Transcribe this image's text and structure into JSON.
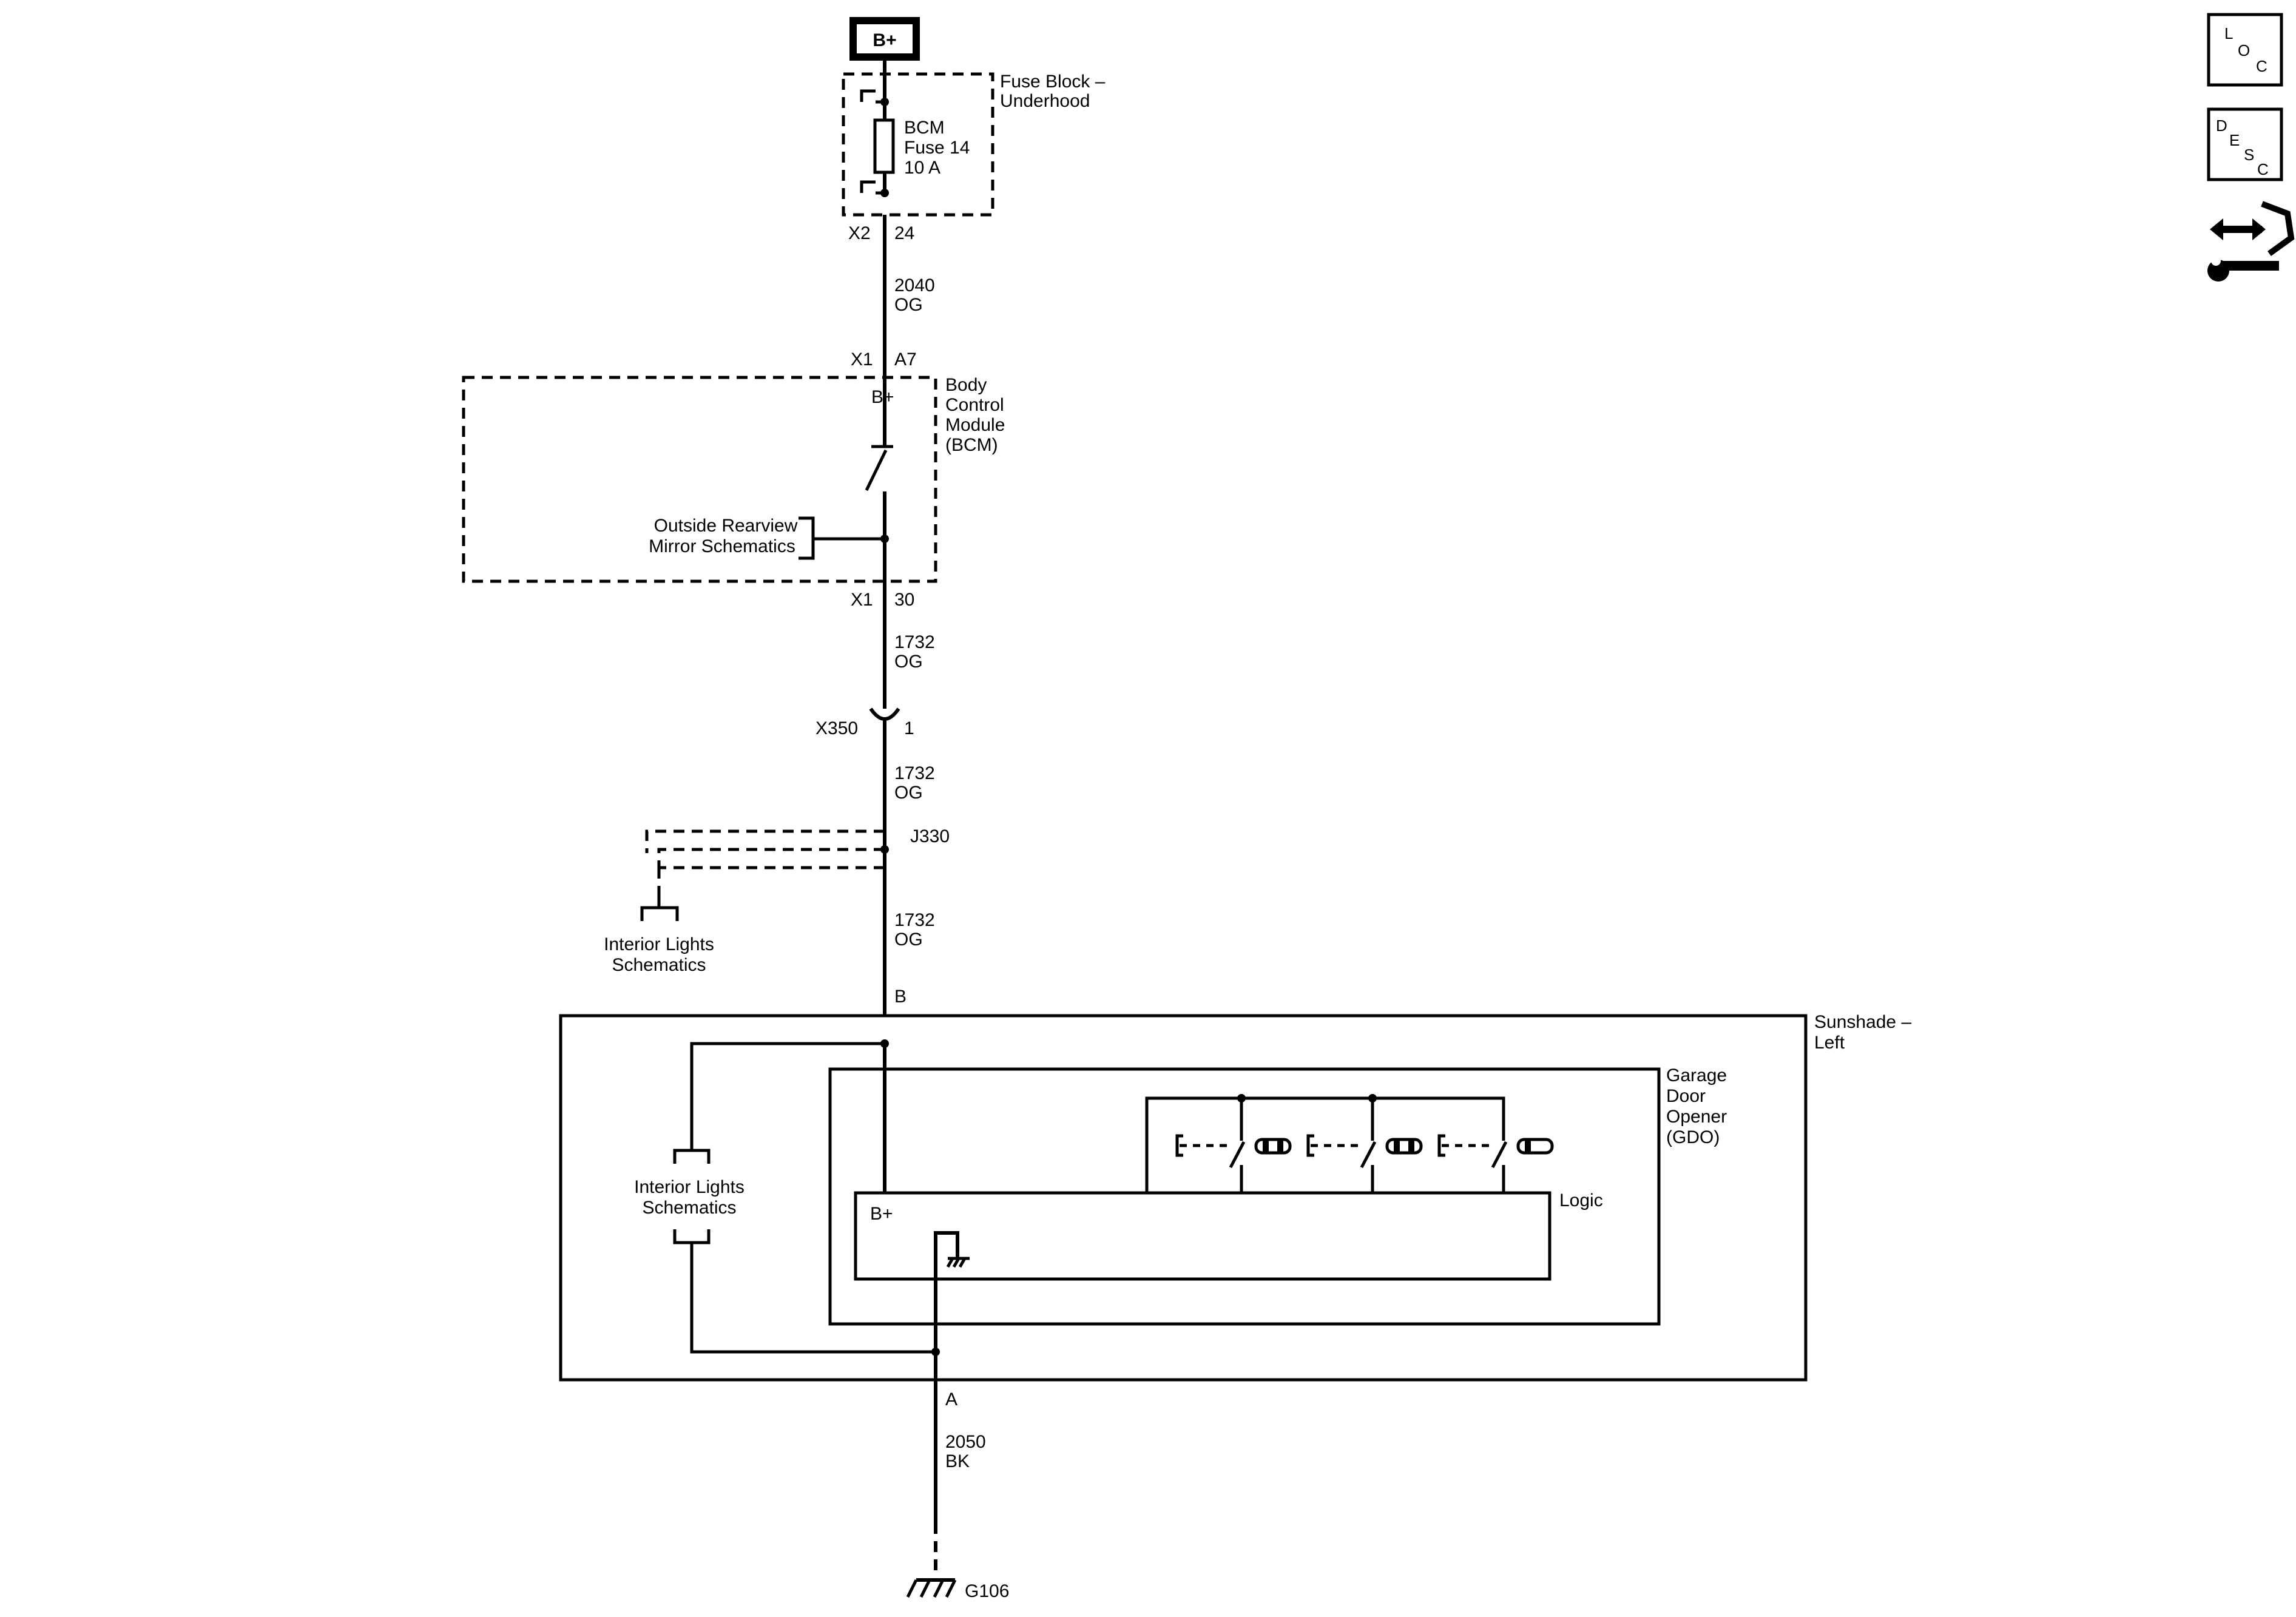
{
  "battery": {
    "label": "B+"
  },
  "fuse_block": {
    "name_line1": "Fuse Block –",
    "name_line2": "Underhood",
    "fuse_line1": "BCM",
    "fuse_line2": "Fuse 14",
    "fuse_line3": "10 A",
    "connector": "X2",
    "pin": "24"
  },
  "wire_2040": {
    "circuit": "2040",
    "color": "OG"
  },
  "bcm": {
    "connector_in": "X1",
    "pin_in": "A7",
    "input_label": "B+",
    "name_line1": "Body",
    "name_line2": "Control",
    "name_line3": "Module",
    "name_line4": "(BCM)",
    "ref_line1": "Outside Rearview",
    "ref_line2": "Mirror Schematics",
    "connector_out": "X1",
    "pin_out": "30"
  },
  "wire_1732_a": {
    "circuit": "1732",
    "color": "OG"
  },
  "inline_connector": {
    "name": "X350",
    "pin": "1"
  },
  "wire_1732_b": {
    "circuit": "1732",
    "color": "OG"
  },
  "splice": {
    "name": "J330",
    "ref_line1": "Interior Lights",
    "ref_line2": "Schematics"
  },
  "wire_1732_c": {
    "circuit": "1732",
    "color": "OG"
  },
  "sunshade": {
    "pin_b": "B",
    "name_line1": "Sunshade –",
    "name_line2": "Left",
    "ref_line1": "Interior Lights",
    "ref_line2": "Schematics",
    "pin_a": "A"
  },
  "gdo": {
    "name_line1": "Garage",
    "name_line2": "Door",
    "name_line3": "Opener",
    "name_line4": "(GDO)",
    "logic_label": "Logic",
    "logic_input": "B+"
  },
  "wire_2050": {
    "circuit": "2050",
    "color": "BK"
  },
  "ground": {
    "name": "G106"
  },
  "side_icons": {
    "loc": {
      "l": "L",
      "o": "O",
      "c": "C"
    },
    "desc": {
      "d": "D",
      "e": "E",
      "s": "S",
      "c": "C"
    },
    "connector_icon": "connector-repair-icon"
  }
}
